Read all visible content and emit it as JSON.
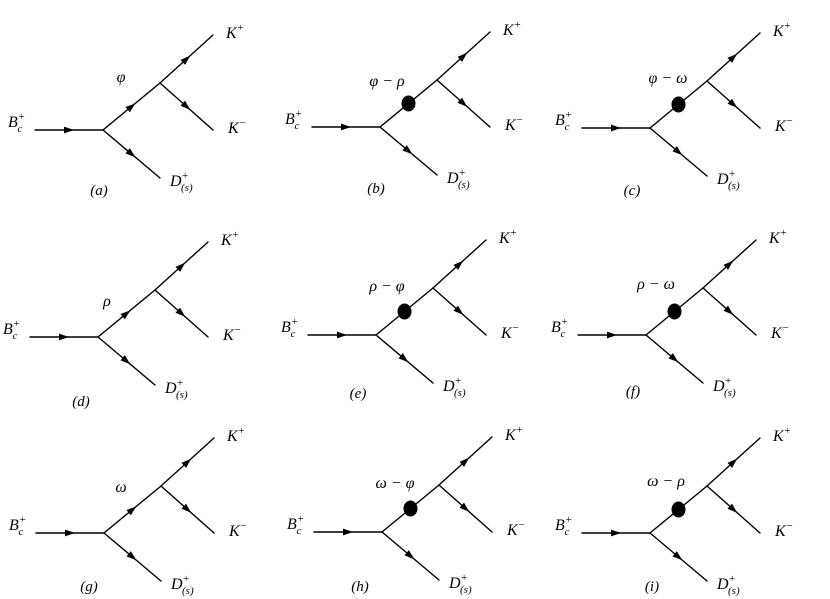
{
  "colors": {
    "ink": "#000000",
    "background": "#ffffff"
  },
  "particles": {
    "initial": {
      "base": "B",
      "sub": "c",
      "sup": "+"
    },
    "k_plus": {
      "base": "K",
      "sup": "+"
    },
    "k_minus": {
      "base": "K",
      "sup": "−"
    },
    "d_meson": {
      "base": "D",
      "sub": "(s)",
      "sup": "+"
    }
  },
  "diagrams": [
    {
      "caption": "(a)",
      "intermediate": "φ",
      "mixing_vertex": false
    },
    {
      "caption": "(b)",
      "intermediate": "φ − ρ",
      "mixing_vertex": true
    },
    {
      "caption": "(c)",
      "intermediate": "φ − ω",
      "mixing_vertex": true
    },
    {
      "caption": "(d)",
      "intermediate": "ρ",
      "mixing_vertex": false
    },
    {
      "caption": "(e)",
      "intermediate": "ρ − φ",
      "mixing_vertex": true
    },
    {
      "caption": "(f)",
      "intermediate": "ρ − ω",
      "mixing_vertex": true
    },
    {
      "caption": "(g)",
      "intermediate": "ω",
      "mixing_vertex": false
    },
    {
      "caption": "(h)",
      "intermediate": "ω − φ",
      "mixing_vertex": true
    },
    {
      "caption": "(i)",
      "intermediate": "ω − ρ",
      "mixing_vertex": true
    }
  ]
}
